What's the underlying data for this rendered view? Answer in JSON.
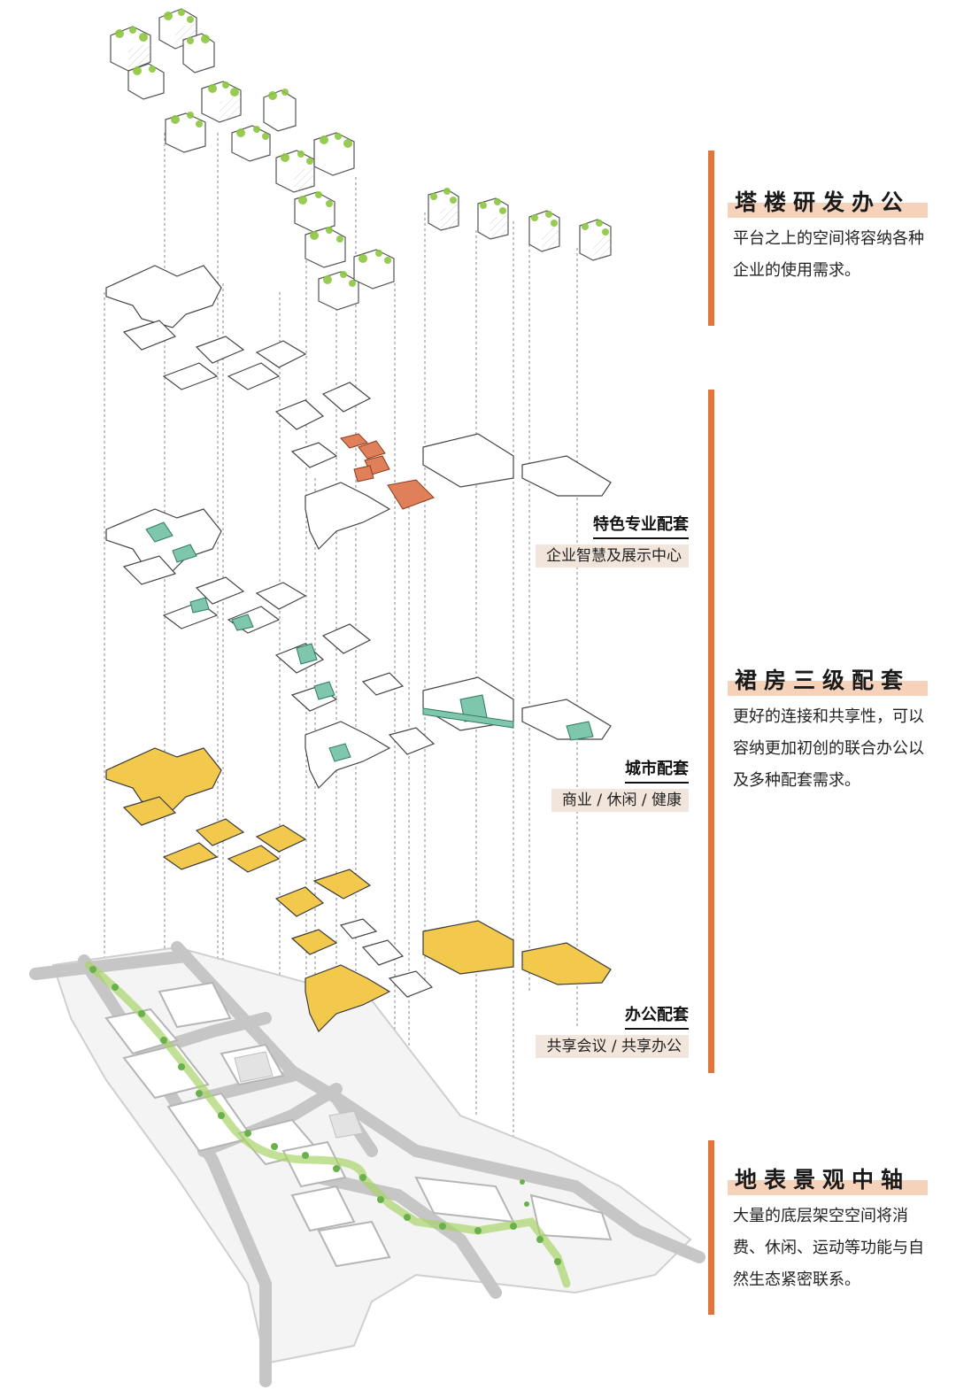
{
  "sections": [
    {
      "title": "塔楼研发办公",
      "body": "平台之上的空间将容纳各种企业的使用需求。"
    },
    {
      "title": "裙房三级配套",
      "body": "更好的连接和共享性，可以容纳更加初创的联合办公以及多种配套需求。"
    },
    {
      "title": "地表景观中轴",
      "body": "大量的底层架空空间将消费、休闲、运动等功能与自然生态紧密联系。"
    }
  ],
  "tags": [
    {
      "title": "特色专业配套",
      "subtitle": "企业智慧及展示中心"
    },
    {
      "title": "城市配套",
      "subtitle": "商业 / 休闲 / 健康"
    },
    {
      "title": "办公配套",
      "subtitle": "共享会议 / 共享办公"
    }
  ],
  "colors": {
    "accent": "#e2763a",
    "accent_highlight": "#f6d2bb",
    "special_support": "#e0805a",
    "city_support": "#7fc7ac",
    "office_support": "#f2c94c",
    "greenery": "#8cc63f",
    "road": "#bdbdbd"
  }
}
